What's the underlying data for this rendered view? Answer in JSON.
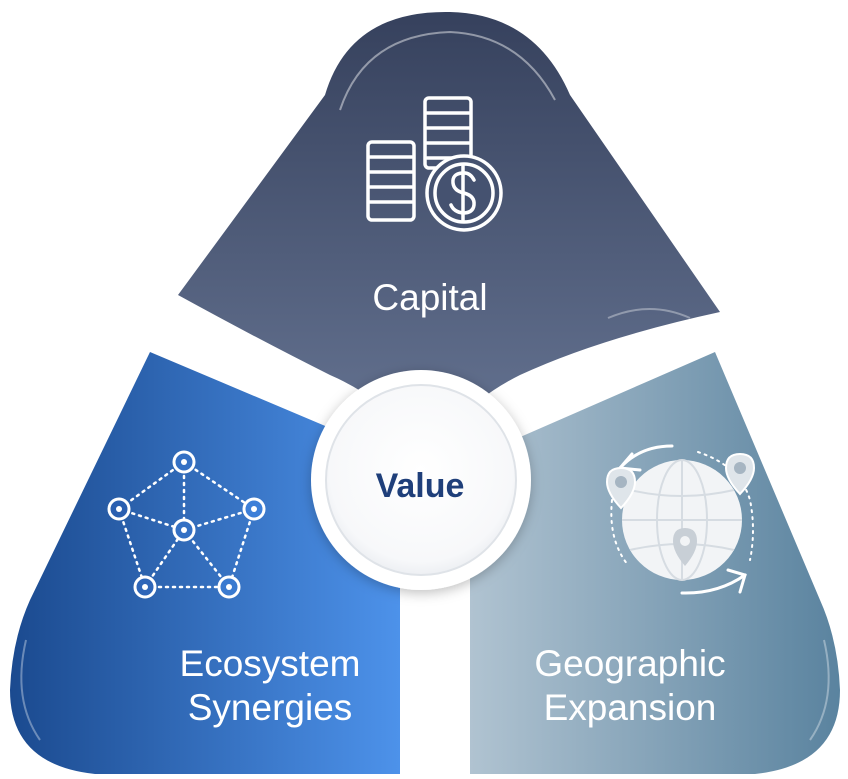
{
  "diagram": {
    "center": {
      "label": "Value"
    },
    "segments": [
      {
        "id": "capital",
        "lines": [
          "Capital"
        ],
        "icon": "coins-dollar-icon",
        "color_top": "#3b4663",
        "color_bottom": "#5d6b8c"
      },
      {
        "id": "ecosystem",
        "lines": [
          "Ecosystem",
          "Synergies"
        ],
        "icon": "network-icon",
        "color_left": "#1f4e96",
        "color_right": "#4a8ee6"
      },
      {
        "id": "geographic",
        "lines": [
          "Geographic",
          "Expansion"
        ],
        "icon": "globe-location-icon",
        "color_left": "#a7bccb",
        "color_right": "#5e87a3"
      }
    ]
  }
}
